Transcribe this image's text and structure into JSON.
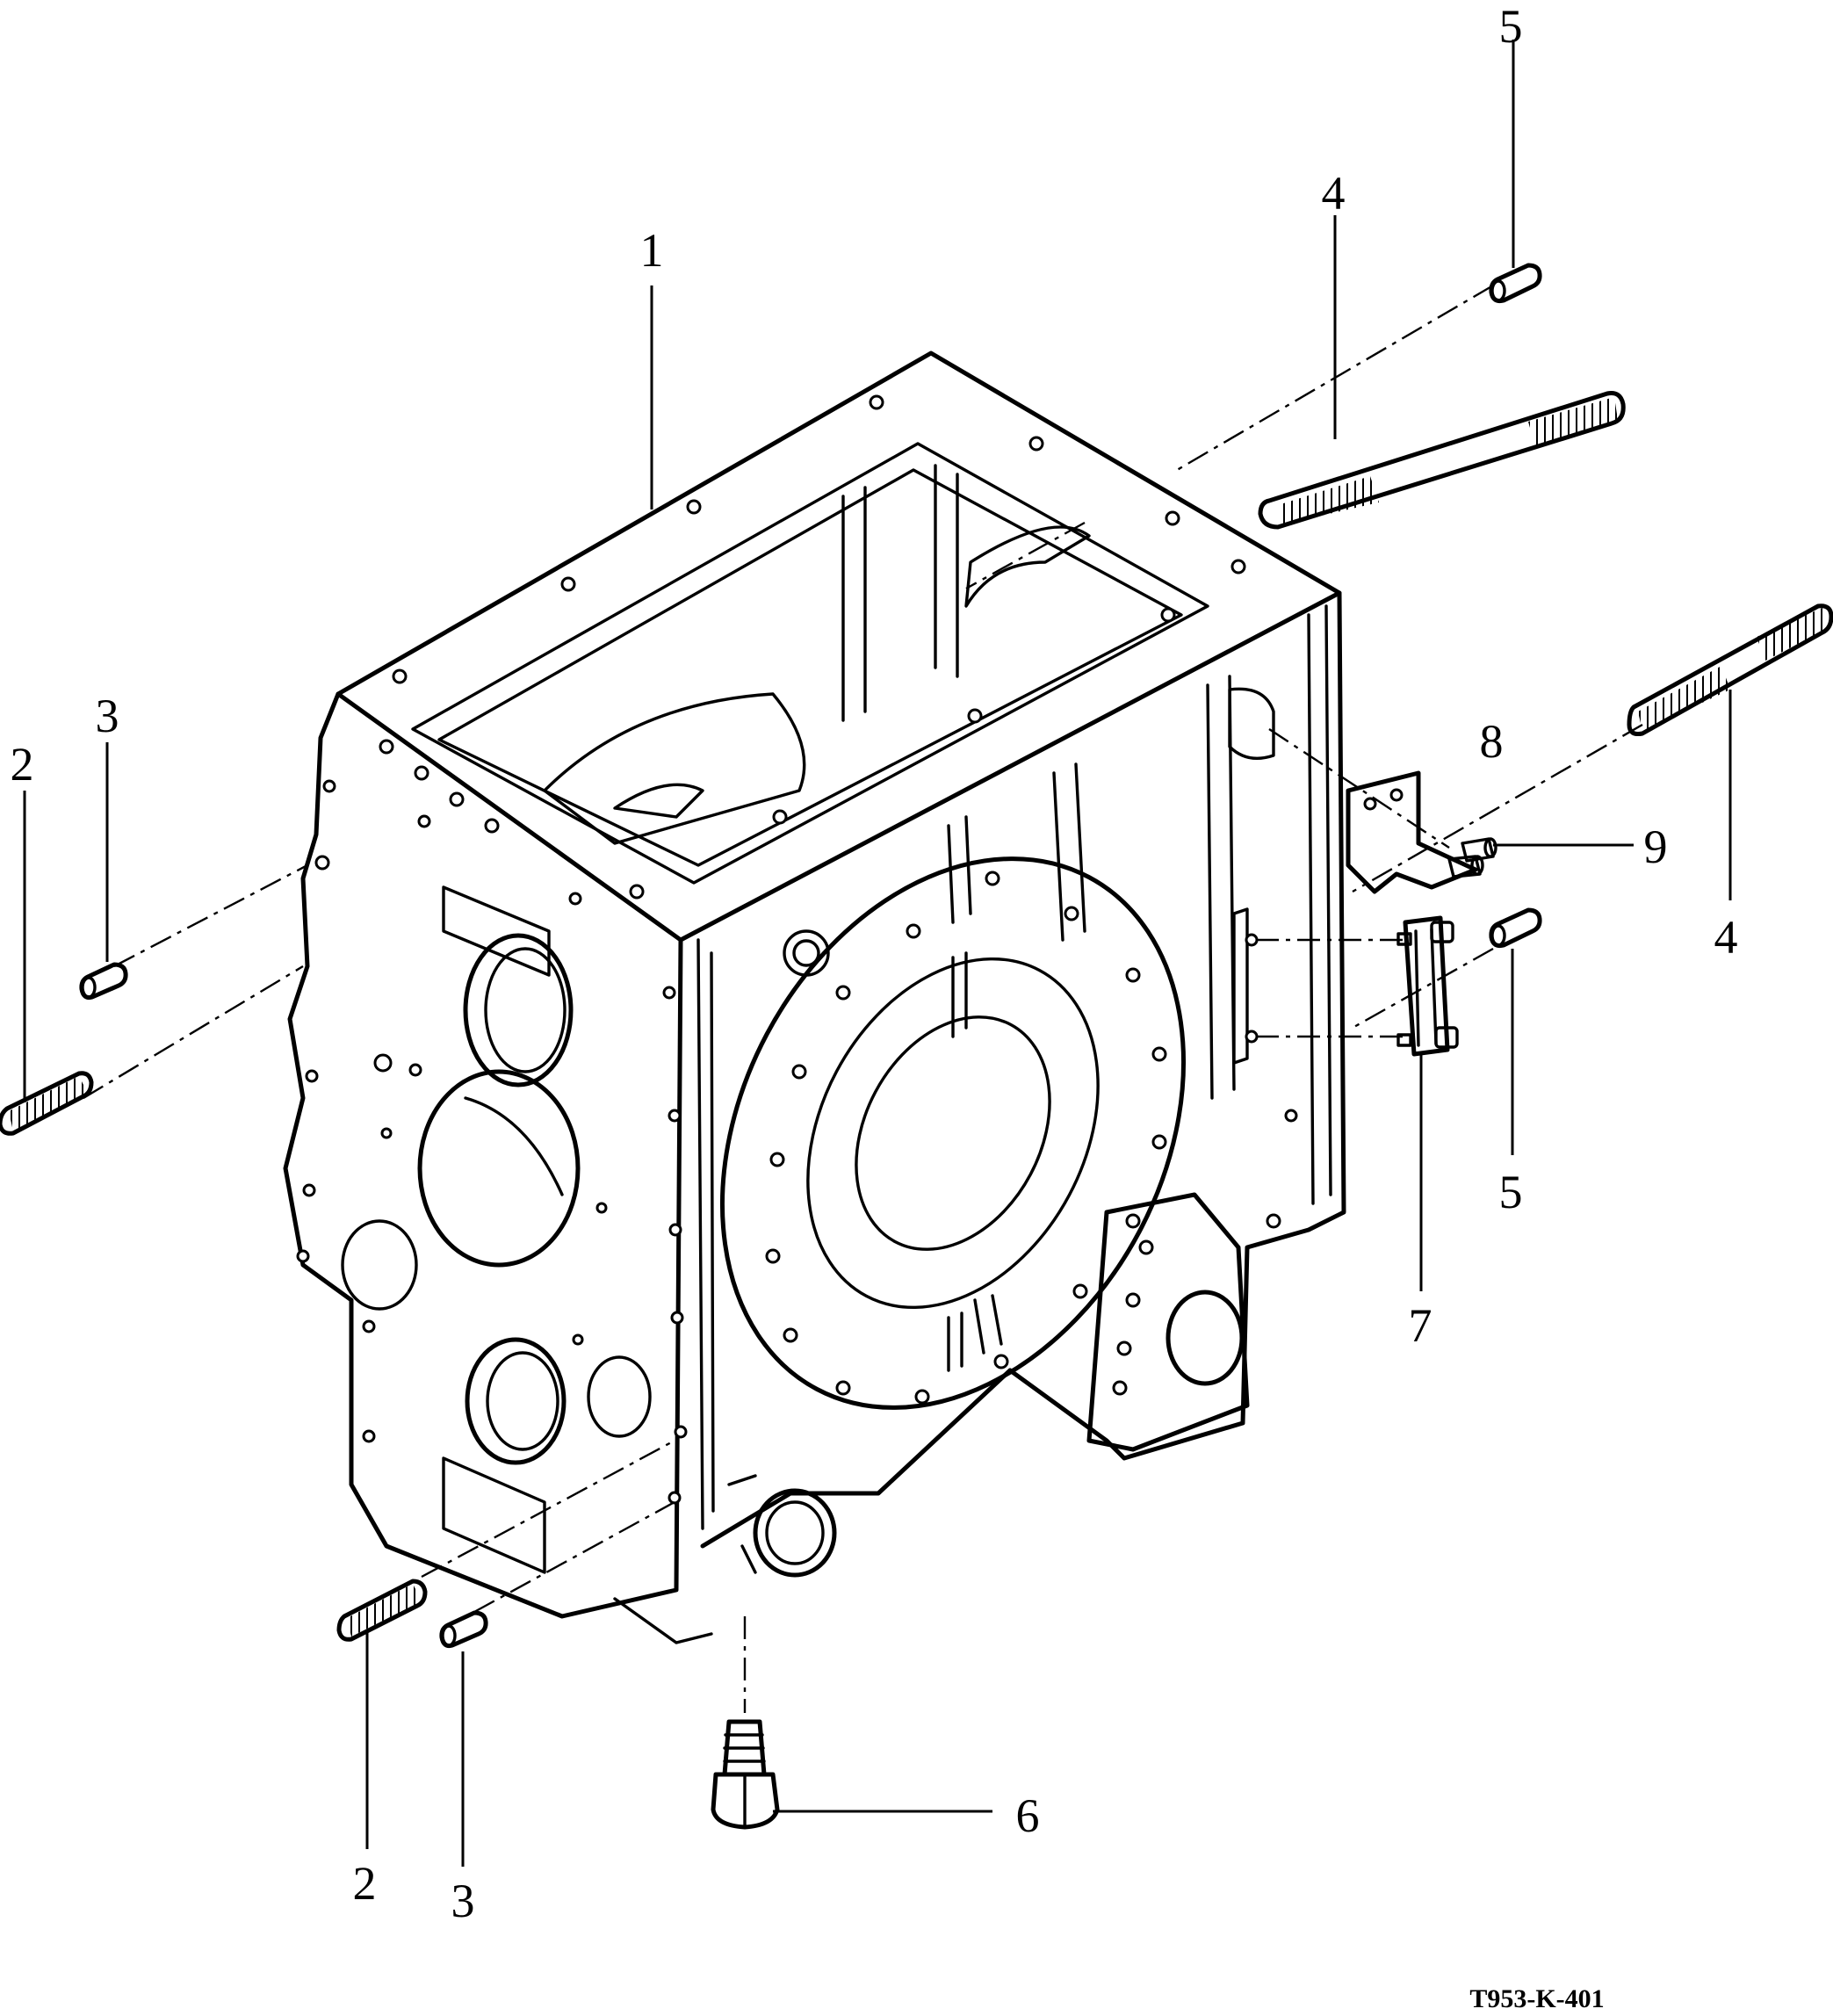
{
  "drawing": {
    "code": "T953-K-401"
  },
  "callouts": {
    "c1": "1",
    "c2_top": "2",
    "c2_bottom": "2",
    "c3_top": "3",
    "c3_bottom": "3",
    "c4_top": "4",
    "c4_right": "4",
    "c5_top": "5",
    "c5_right": "5",
    "c6": "6",
    "c7": "7",
    "c8": "8",
    "c9": "9"
  },
  "icons": {
    "main_part": "transmission-housing-icon",
    "stud": "stud-bolt-icon",
    "dowel": "dowel-pin-icon",
    "plug": "drain-plug-icon",
    "bracket": "bracket-icon",
    "bolt": "bolt-icon",
    "clamp": "clamp-icon"
  }
}
